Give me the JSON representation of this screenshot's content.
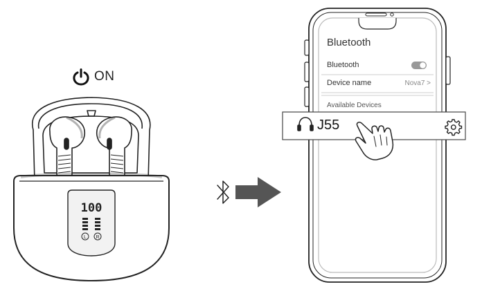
{
  "power": {
    "label": "ON",
    "icon": "power-icon"
  },
  "earbuds_case": {
    "display": {
      "digits": "100",
      "left_indicator": "L",
      "right_indicator": "R"
    }
  },
  "transfer": {
    "icon": "bluetooth-icon",
    "arrow_icon": "right-arrow-icon"
  },
  "phone": {
    "screen": {
      "title": "Bluetooth",
      "settings": [
        {
          "label": "Bluetooth",
          "control": "toggle",
          "state": "on"
        },
        {
          "label": "Device name",
          "value": "Nova7 >"
        }
      ],
      "section_header": "Available Devices",
      "device_popup": {
        "name": "J55",
        "leading_icon": "headphones-icon",
        "trailing_icon": "gear-icon"
      }
    }
  },
  "colors": {
    "line": "#222222",
    "screen_border": "#bbbbbb",
    "arrow": "#555555",
    "display_bg": "#f2f2f2"
  }
}
